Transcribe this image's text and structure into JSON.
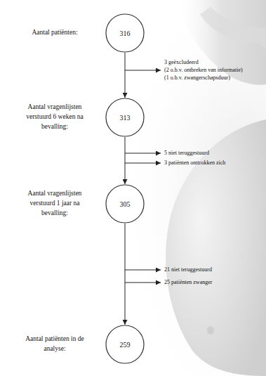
{
  "diagram": {
    "nodes": [
      {
        "text": [
          "Aantal patiënten:",
          "316"
        ]
      },
      {
        "text": [
          "Aantal vragenlijsten verstuurd 6 weken na bevalling:",
          "313"
        ]
      },
      {
        "text": [
          "Aantal vragenlijsten verstuurd 1 jaar na bevalling:",
          "305"
        ]
      },
      {
        "text": [
          "Aantal patiënten in de analyse:",
          "259"
        ]
      }
    ],
    "edges": [
      {
        "from": 0,
        "to": 1,
        "arrow": "to"
      },
      {
        "from": 1,
        "to": 2,
        "arrow": "to"
      },
      {
        "from": 2,
        "to": 3,
        "arrow": "to"
      }
    ],
    "labels": [
      "3 geëxcludeerd",
      "(2 o.b.v. ontbreken van informatie)",
      "(1 o.b.v. zwangerschapsduur)",
      "5 niet teruggestuurd",
      "3 patiënten onttrokken zich",
      "21 niet teruggestuurd",
      "25 patiënten zwanger"
    ]
  }
}
